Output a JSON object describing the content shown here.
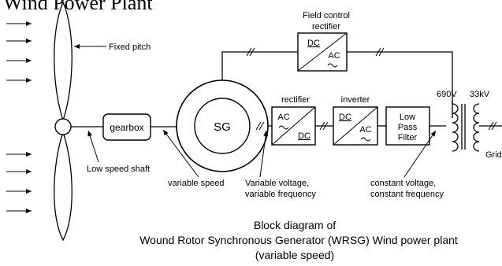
{
  "diagram": {
    "title": "Wind Power Plant",
    "caption": {
      "line1": "Block diagram of",
      "line2": "Wound Rotor Synchronous Generator (WRSG) Wind power plant",
      "line3": "(variable speed)"
    },
    "labels": {
      "fixed_pitch": "Fixed pitch",
      "low_speed_shaft": "Low speed shaft",
      "variable_speed": "variable speed",
      "variable_voltage_1": "Variable voltage,",
      "variable_voltage_2": "variable frequency",
      "constant_voltage_1": "constant voltage,",
      "constant_voltage_2": "constant frequency",
      "field_control_1": "Field control",
      "field_control_2": "rectifier",
      "rectifier": "rectifier",
      "inverter": "inverter",
      "voltage_690": "690V",
      "voltage_33k": "33kV",
      "grid": "Grid"
    },
    "blocks": {
      "gearbox": "gearbox",
      "generator": "SG",
      "lpf_1": "Low",
      "lpf_2": "Pass",
      "lpf_3": "Filter",
      "dc": "DC",
      "ac": "AC"
    }
  }
}
